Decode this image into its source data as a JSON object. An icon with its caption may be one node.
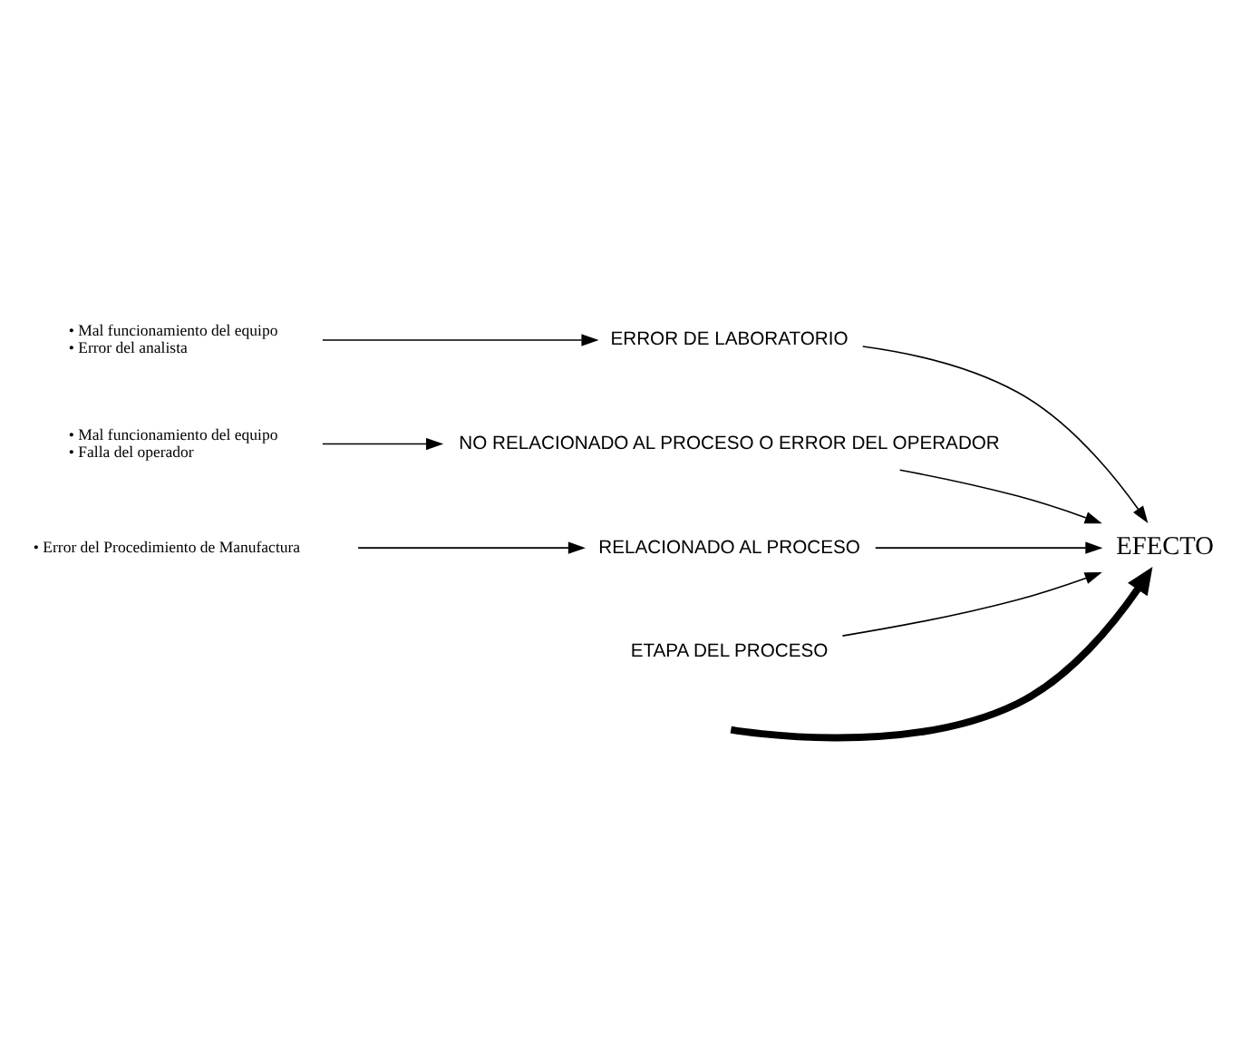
{
  "diagram": {
    "nodes": [
      {
        "text": [
          "• Mal funcionamiento del equipo",
          "• Error del analista"
        ]
      },
      {
        "text": [
          "ERROR DE LABORATORIO"
        ]
      },
      {
        "text": [
          "• Mal funcionamiento del equipo",
          "• Falla del operador"
        ]
      },
      {
        "text": [
          "NO RELACIONADO AL PROCESO O ERROR DEL OPERADOR"
        ]
      },
      {
        "text": [
          "RELACIONADO AL PROCESO"
        ]
      },
      {
        "text": [
          "• Error del Procedimiento de Manufactura"
        ]
      },
      {
        "text": [
          "ETAPA DEL PROCESO"
        ]
      },
      {
        "text": [
          "EFECTO"
        ]
      }
    ],
    "edges": [
      {
        "from": 0,
        "to": 1,
        "arrow": "to"
      },
      {
        "from": 2,
        "to": 3,
        "arrow": "to"
      },
      {
        "from": 5,
        "to": 4,
        "arrow": "to"
      },
      {
        "from": 1,
        "to": 7,
        "arrow": "to"
      },
      {
        "from": 3,
        "to": 7,
        "arrow": "to"
      },
      {
        "from": 4,
        "to": 7,
        "arrow": "to"
      },
      {
        "from": 6,
        "to": 7,
        "arrow": "to"
      },
      {
        "from": null,
        "to": 7,
        "arrow": "to",
        "style": "thick"
      }
    ]
  }
}
